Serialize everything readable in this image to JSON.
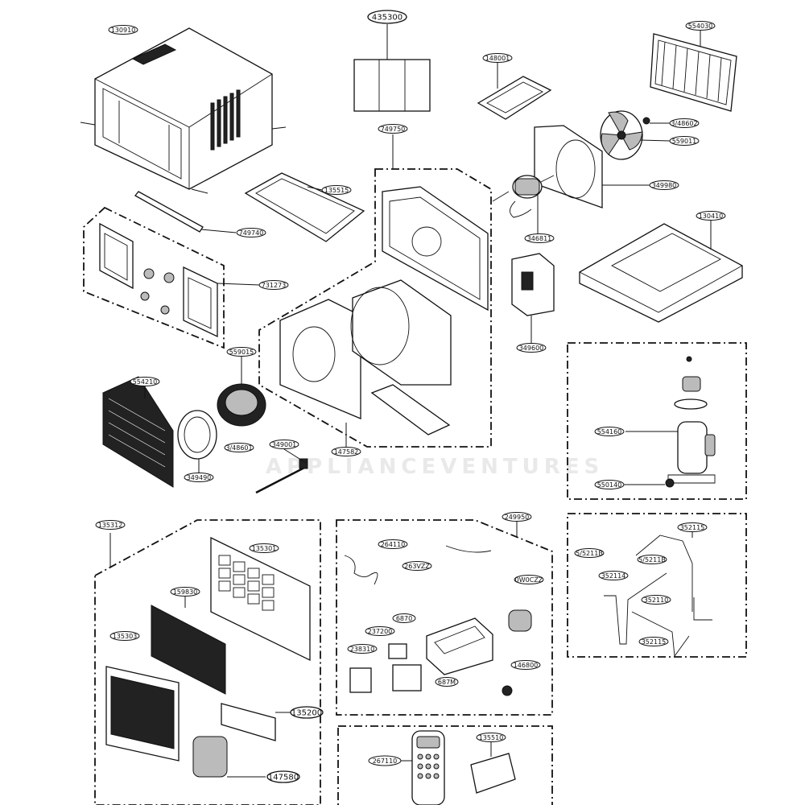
{
  "watermark": "APPLIANCEVENTURES",
  "parts": [
    {
      "id": "p130910",
      "label": "130910"
    },
    {
      "id": "p435300",
      "label": "435300"
    },
    {
      "id": "p148001",
      "label": "148001"
    },
    {
      "id": "p554030",
      "label": "554030"
    },
    {
      "id": "p749750",
      "label": "749750"
    },
    {
      "id": "p348602",
      "label": "3/48602"
    },
    {
      "id": "p559011",
      "label": "559011"
    },
    {
      "id": "p135515",
      "label": "135515"
    },
    {
      "id": "p349980",
      "label": "349980"
    },
    {
      "id": "p749740",
      "label": "749740"
    },
    {
      "id": "p346811",
      "label": "346811"
    },
    {
      "id": "p130410",
      "label": "130410"
    },
    {
      "id": "p731273",
      "label": "731273"
    },
    {
      "id": "p349600",
      "label": "349600"
    },
    {
      "id": "p559015",
      "label": "559015"
    },
    {
      "id": "p554210",
      "label": "554210"
    },
    {
      "id": "p554160",
      "label": "554160"
    },
    {
      "id": "p348601",
      "label": "3/48601"
    },
    {
      "id": "p349001",
      "label": "349001"
    },
    {
      "id": "p147582",
      "label": "147582"
    },
    {
      "id": "p349490",
      "label": "349490"
    },
    {
      "id": "p550140",
      "label": "550140"
    },
    {
      "id": "p135312",
      "label": "135312"
    },
    {
      "id": "p135301",
      "label": "135301"
    },
    {
      "id": "p249950",
      "label": "249950"
    },
    {
      "id": "p264110",
      "label": "264110"
    },
    {
      "id": "p352115",
      "label": "352115"
    },
    {
      "id": "p52118",
      "label": "5/5211B"
    },
    {
      "id": "p52113",
      "label": "5/5211B"
    },
    {
      "id": "p263vzz",
      "label": "263VZZ"
    },
    {
      "id": "p159830",
      "label": "159830"
    },
    {
      "id": "p0wczz",
      "label": "0W0CZZ"
    },
    {
      "id": "p352114",
      "label": "352114"
    },
    {
      "id": "p352110",
      "label": "352110"
    },
    {
      "id": "p237200",
      "label": "237200"
    },
    {
      "id": "p135303",
      "label": "135303"
    },
    {
      "id": "p6870",
      "label": "6870"
    },
    {
      "id": "p352115b",
      "label": "352115"
    },
    {
      "id": "p238310",
      "label": "238310"
    },
    {
      "id": "p146800",
      "label": "146800"
    },
    {
      "id": "p687m",
      "label": "687M"
    },
    {
      "id": "p135200",
      "label": "135200"
    },
    {
      "id": "p147580",
      "label": "147580"
    },
    {
      "id": "p135510",
      "label": "135510"
    },
    {
      "id": "p267110",
      "label": "267110"
    }
  ]
}
